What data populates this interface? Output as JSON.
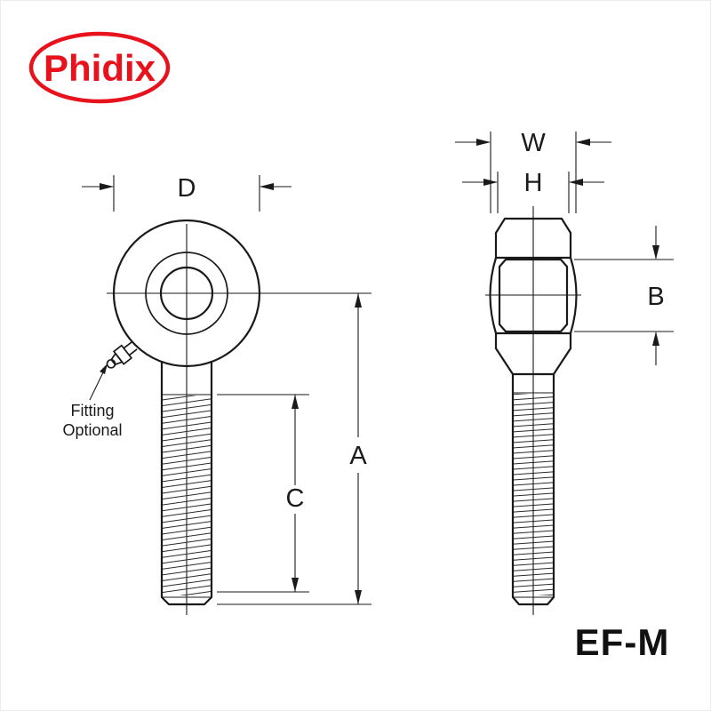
{
  "page": {
    "background": "#ffffff",
    "line_color": "#1a1a1a"
  },
  "logo": {
    "text": "Phidix",
    "color": "#e8121d"
  },
  "part_code": "EF-M",
  "views": {
    "front": {
      "title": "front-view-male-rod-end",
      "dims": {
        "d": "D",
        "a": "A",
        "c": "C"
      },
      "note": {
        "line1": "Fitting",
        "line2": "Optional"
      }
    },
    "side": {
      "title": "side-view-male-rod-end",
      "dims": {
        "w": "W",
        "h": "H",
        "b": "B"
      }
    }
  }
}
